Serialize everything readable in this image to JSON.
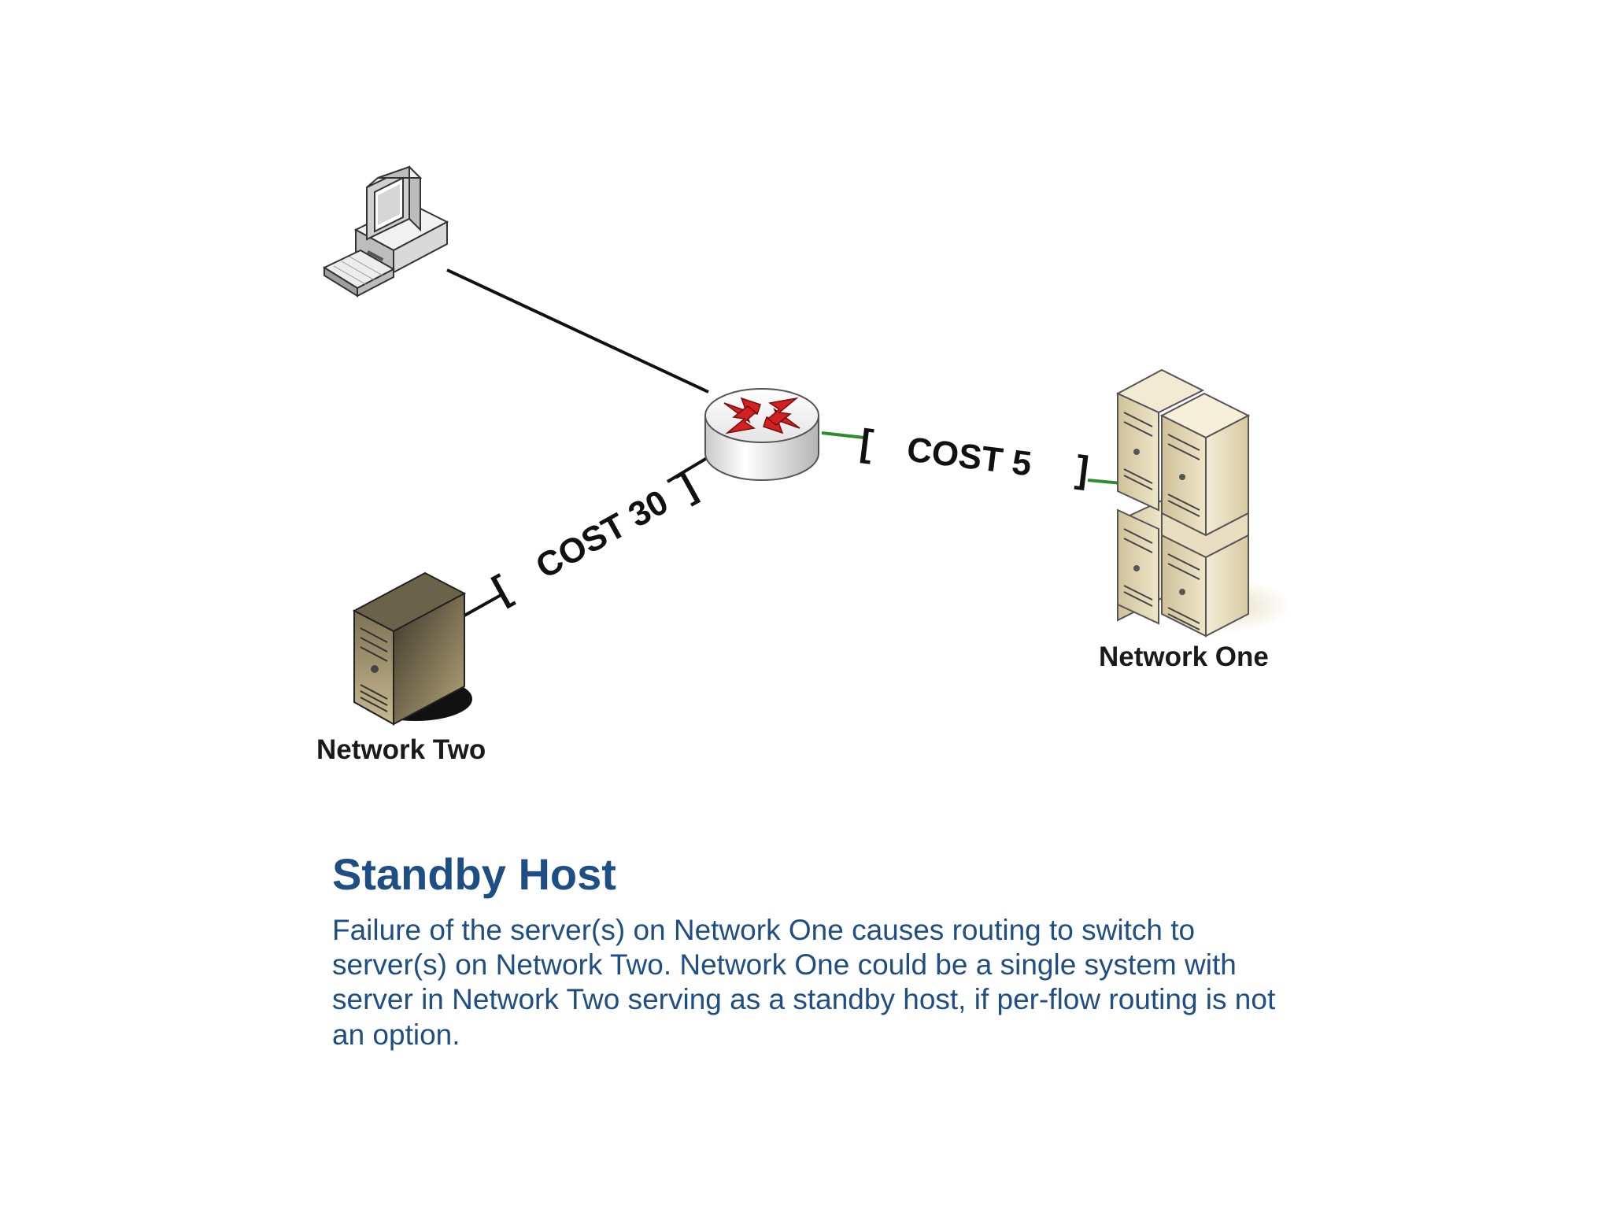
{
  "diagram": {
    "nodes": {
      "network_two": {
        "label": "Network Two"
      },
      "network_one": {
        "label": "Network One"
      }
    },
    "links": {
      "router_to_network_two": {
        "cost_label": "COST 30",
        "bracket_open": "[",
        "bracket_close": "]",
        "color": "#111111"
      },
      "router_to_network_one": {
        "cost_label": "COST 5",
        "bracket_open": "[",
        "bracket_close": "]",
        "color": "#2e8b2e"
      }
    },
    "icons": {
      "workstation": "desktop-computer-icon",
      "router": "router-icon",
      "standby_server": "server-tower-icon",
      "server_cluster": "server-cluster-icon"
    }
  },
  "caption": {
    "title": "Standby Host",
    "body": "Failure of the server(s) on Network One causes routing to switch to server(s) on Network Two. Network One could be a single system with server in Network Two serving as a standby host, if per-flow routing is not an option."
  },
  "colors": {
    "caption_text": "#1f4e85",
    "router_arrows": "#d42020",
    "server_body": "#e8dcb8"
  }
}
